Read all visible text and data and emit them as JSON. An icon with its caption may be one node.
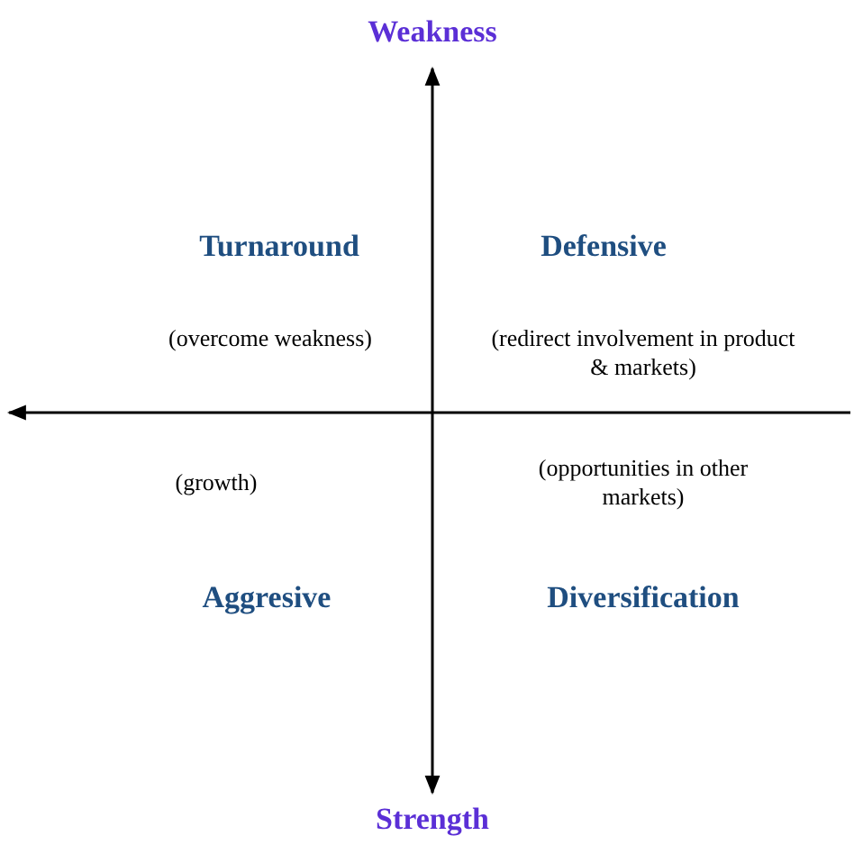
{
  "diagram": {
    "labels": [
      "Weakness",
      "Turnaround",
      "Defensive",
      "(overcome weakness)",
      "(redirect involvement in product & markets)",
      "(growth)",
      "(opportunities in other markets)",
      "Aggresive",
      "Diversification",
      "Strength"
    ]
  }
}
